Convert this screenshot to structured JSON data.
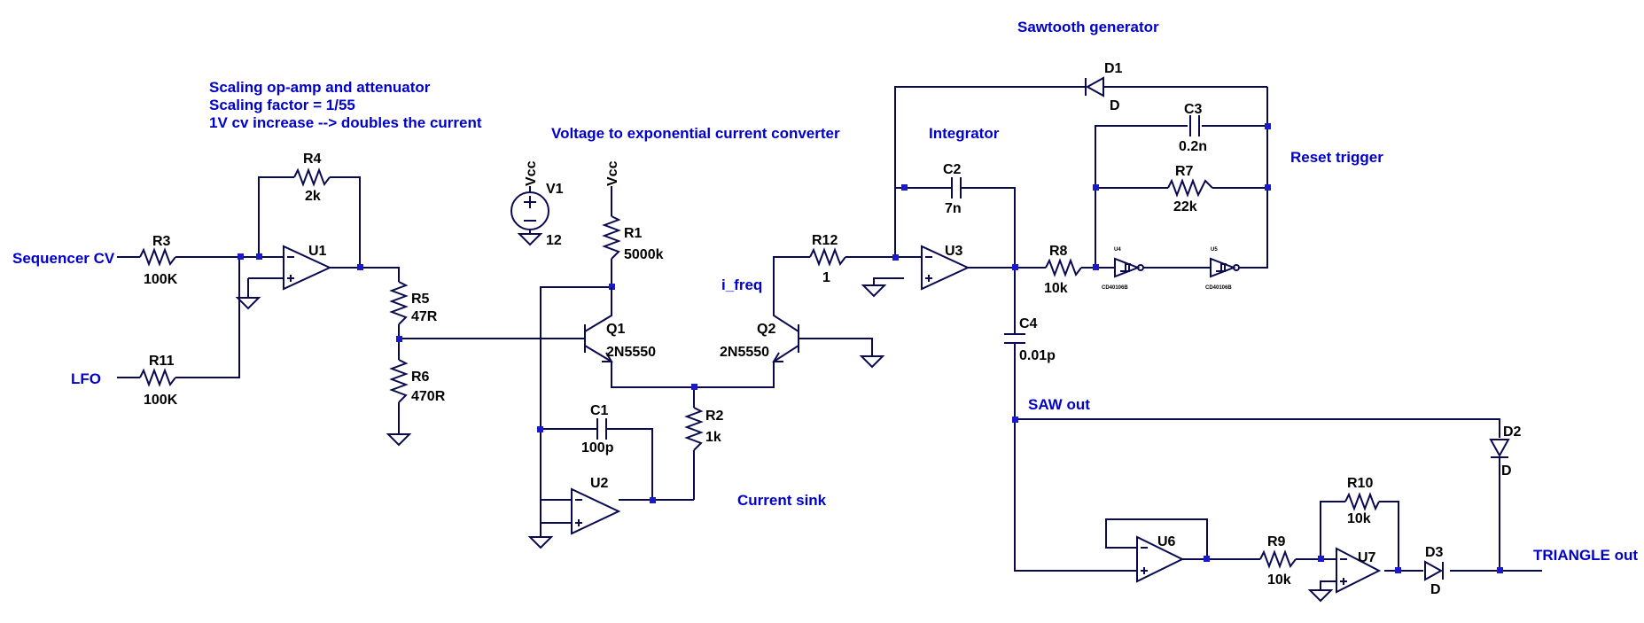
{
  "colors": {
    "wire": "#0a0a50",
    "label": "#0000cc",
    "junction": "#1a1acc",
    "component_text": "#000000",
    "background": "#ffffff"
  },
  "labels": {
    "sawtooth_generator": "Sawtooth generator",
    "scaling_line1": "Scaling op-amp and attenuator",
    "scaling_line2": "Scaling factor = 1/55",
    "scaling_line3": "1V cv increase --> doubles the current",
    "voltage_to_exp": "Voltage to exponential current converter",
    "integrator": "Integrator",
    "reset_trigger": "Reset trigger",
    "sequencer_cv": "Sequencer CV",
    "lfo": "LFO",
    "i_freq": "i_freq",
    "current_sink": "Current sink",
    "saw_out": "SAW out",
    "triangle_out": "TRIANGLE out"
  },
  "components": {
    "R3": {
      "ref": "R3",
      "value": "100K"
    },
    "R11": {
      "ref": "R11",
      "value": "100K"
    },
    "R4": {
      "ref": "R4",
      "value": "2k"
    },
    "R5": {
      "ref": "R5",
      "value": "47R"
    },
    "R6": {
      "ref": "R6",
      "value": "470R"
    },
    "R1": {
      "ref": "R1",
      "value": "5000k"
    },
    "R2": {
      "ref": "R2",
      "value": "1k"
    },
    "R12": {
      "ref": "R12",
      "value": "1"
    },
    "R8": {
      "ref": "R8",
      "value": "10k"
    },
    "R7": {
      "ref": "R7",
      "value": "22k"
    },
    "R9": {
      "ref": "R9",
      "value": "10k"
    },
    "R10": {
      "ref": "R10",
      "value": "10k"
    },
    "C1": {
      "ref": "C1",
      "value": "100p"
    },
    "C2": {
      "ref": "C2",
      "value": "7n"
    },
    "C3": {
      "ref": "C3",
      "value": "0.2n"
    },
    "C4": {
      "ref": "C4",
      "value": "0.01p"
    },
    "Q1": {
      "ref": "Q1",
      "value": "2N5550"
    },
    "Q2": {
      "ref": "Q2",
      "value": "2N5550"
    },
    "V1": {
      "ref": "V1",
      "value": "12"
    },
    "U1": {
      "ref": "U1"
    },
    "U2": {
      "ref": "U2"
    },
    "U3": {
      "ref": "U3"
    },
    "U6": {
      "ref": "U6"
    },
    "U7": {
      "ref": "U7"
    },
    "U4": {
      "ref": "U4",
      "value": "CD40106B"
    },
    "U5": {
      "ref": "U5",
      "value": "CD40106B"
    },
    "D1": {
      "ref": "D1",
      "value": "D"
    },
    "D2": {
      "ref": "D2",
      "value": "D"
    },
    "D3": {
      "ref": "D3",
      "value": "D"
    }
  },
  "net_labels": {
    "vcc1": "Vcc",
    "vcc2": "Vcc"
  }
}
